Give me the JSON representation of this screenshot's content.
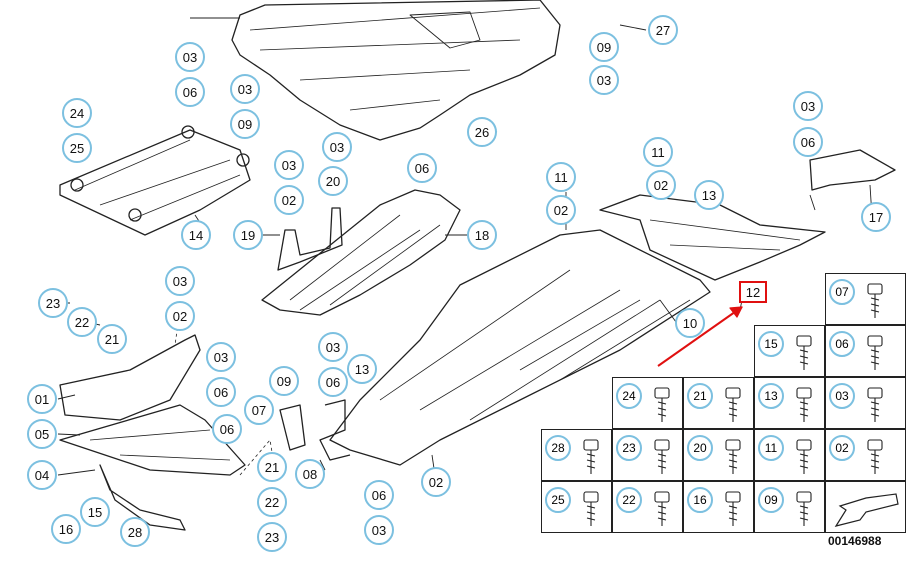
{
  "diagram": {
    "document_number": "00146988",
    "labels": [
      "01",
      "02",
      "03",
      "04",
      "05",
      "06",
      "07",
      "08",
      "09",
      "10",
      "11",
      "12",
      "13",
      "14",
      "15",
      "16",
      "17",
      "18",
      "19",
      "20",
      "21",
      "22",
      "23",
      "24",
      "25",
      "26",
      "27",
      "28"
    ],
    "highlighted_label": "12",
    "parts_grid": [
      {
        "id": "07",
        "row": 0,
        "col": 2
      },
      {
        "id": "15",
        "row": 1,
        "col": 1
      },
      {
        "id": "06",
        "row": 1,
        "col": 2
      },
      {
        "id": "24",
        "row": 2,
        "col": -1
      },
      {
        "id": "21",
        "row": 2,
        "col": 0
      },
      {
        "id": "13",
        "row": 2,
        "col": 1
      },
      {
        "id": "03",
        "row": 2,
        "col": 2
      },
      {
        "id": "28",
        "row": 3,
        "col": -2
      },
      {
        "id": "23",
        "row": 3,
        "col": -1
      },
      {
        "id": "20",
        "row": 3,
        "col": 0
      },
      {
        "id": "11",
        "row": 3,
        "col": 1
      },
      {
        "id": "02",
        "row": 3,
        "col": 2
      },
      {
        "id": "25",
        "row": 4,
        "col": -2
      },
      {
        "id": "22",
        "row": 4,
        "col": -1
      },
      {
        "id": "16",
        "row": 4,
        "col": 0
      },
      {
        "id": "09",
        "row": 4,
        "col": 1
      }
    ]
  }
}
